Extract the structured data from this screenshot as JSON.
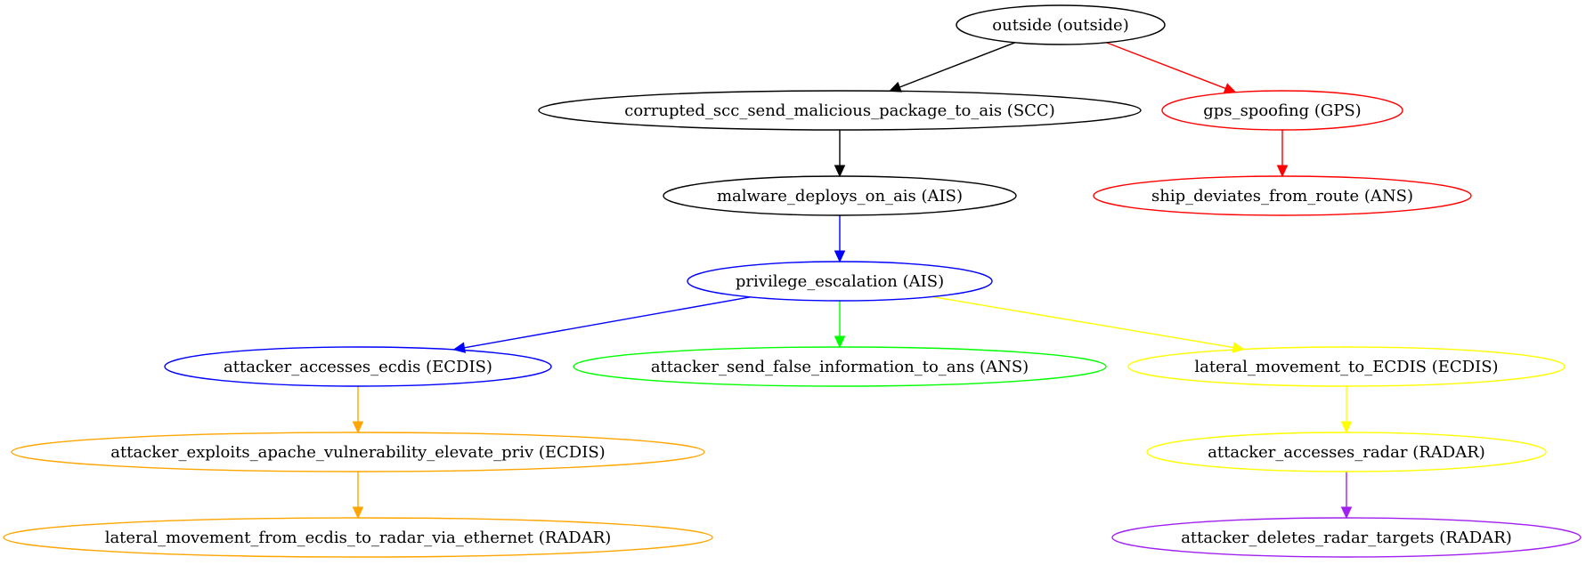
{
  "colors": {
    "black": "#000000",
    "red": "#ff0000",
    "blue": "#0000ff",
    "green": "#00ff00",
    "yellow": "#ffff00",
    "orange": "#ffa500",
    "purple": "#a020f0"
  },
  "nodes": [
    {
      "id": "outside",
      "label": "outside (outside)",
      "color": "black"
    },
    {
      "id": "corrupted",
      "label": "corrupted_scc_send_malicious_package_to_ais (SCC)",
      "color": "black"
    },
    {
      "id": "gps",
      "label": "gps_spoofing (GPS)",
      "color": "red"
    },
    {
      "id": "malware",
      "label": "malware_deploys_on_ais (AIS)",
      "color": "black"
    },
    {
      "id": "deviates",
      "label": "ship_deviates_from_route (ANS)",
      "color": "red"
    },
    {
      "id": "privesc",
      "label": "privilege_escalation (AIS)",
      "color": "blue"
    },
    {
      "id": "ecdis",
      "label": "attacker_accesses_ecdis (ECDIS)",
      "color": "blue"
    },
    {
      "id": "falseinfo",
      "label": "attacker_send_false_information_to_ans (ANS)",
      "color": "green"
    },
    {
      "id": "lateral_ecdis",
      "label": "lateral_movement_to_ECDIS (ECDIS)",
      "color": "yellow"
    },
    {
      "id": "apache",
      "label": "attacker_exploits_apache_vulnerability_elevate_priv (ECDIS)",
      "color": "orange"
    },
    {
      "id": "radar",
      "label": "attacker_accesses_radar (RADAR)",
      "color": "yellow"
    },
    {
      "id": "lateral_radar",
      "label": "lateral_movement_from_ecdis_to_radar_via_ethernet (RADAR)",
      "color": "orange"
    },
    {
      "id": "deletes",
      "label": "attacker_deletes_radar_targets (RADAR)",
      "color": "purple"
    }
  ],
  "edges": [
    {
      "from": "outside",
      "to": "corrupted",
      "color": "black"
    },
    {
      "from": "outside",
      "to": "gps",
      "color": "red"
    },
    {
      "from": "gps",
      "to": "deviates",
      "color": "red"
    },
    {
      "from": "corrupted",
      "to": "malware",
      "color": "black"
    },
    {
      "from": "malware",
      "to": "privesc",
      "color": "blue"
    },
    {
      "from": "privesc",
      "to": "ecdis",
      "color": "blue"
    },
    {
      "from": "privesc",
      "to": "falseinfo",
      "color": "green"
    },
    {
      "from": "privesc",
      "to": "lateral_ecdis",
      "color": "yellow"
    },
    {
      "from": "ecdis",
      "to": "apache",
      "color": "orange"
    },
    {
      "from": "apache",
      "to": "lateral_radar",
      "color": "orange"
    },
    {
      "from": "lateral_ecdis",
      "to": "radar",
      "color": "yellow"
    },
    {
      "from": "radar",
      "to": "deletes",
      "color": "purple"
    }
  ]
}
